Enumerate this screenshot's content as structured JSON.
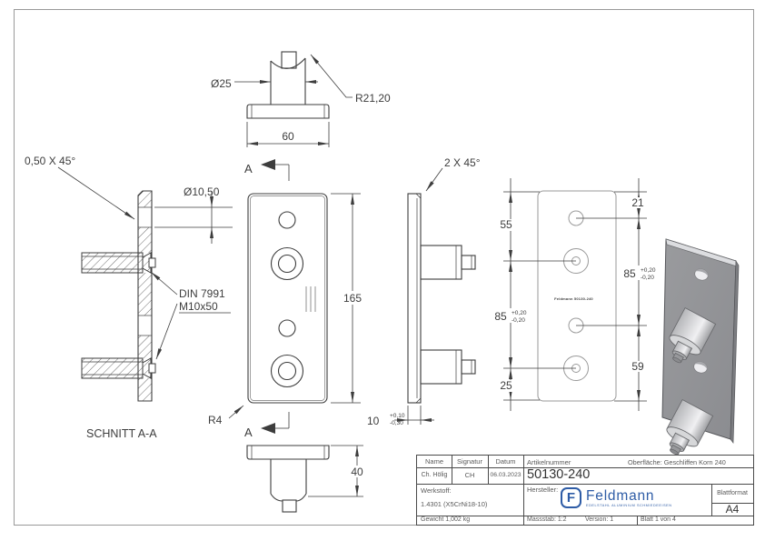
{
  "views": {
    "section_title": "SCHNITT A-A",
    "section_label": "A"
  },
  "dims": {
    "dia25": "Ø25",
    "r2120": "R21,20",
    "w60": "60",
    "chamfer_small": "0,50 X 45°",
    "dia1050": "Ø10,50",
    "din_line1": "DIN 7991",
    "din_line2": "M10x50",
    "h165": "165",
    "r4": "R4",
    "chamfer_edge": "2 X 45°",
    "t10": "10",
    "t10_plus": "+0,10",
    "t10_minus": "-0,30",
    "h40": "40",
    "c55": "55",
    "c85": "85",
    "tol_plus": "+0,20",
    "tol_minus": "-0,20",
    "c25": "25",
    "c21": "21",
    "c59": "59",
    "engraving": "Feldmann 50130-240"
  },
  "titleblock": {
    "name_label": "Name",
    "signatur_label": "Signatur",
    "datum_label": "Datum",
    "name": "Ch. Hölig",
    "signatur": "CH",
    "datum": "06.03.2023",
    "artikel_label": "Artikelnummer",
    "artikel": "50130-240",
    "oberflaeche": "Oberfläche:  Geschliffen Korn 240",
    "werkstoff_label": "Werkstoff:",
    "werkstoff": "1.4301 (X5CrNi18-10)",
    "hersteller_label": "Hersteller:",
    "logo_f": "F",
    "logo_text": "Feldmann",
    "logo_tagline": "EDELSTAHL ALUMINIUM SCHMIEDEEISEN",
    "blattformat_label": "Blattformat",
    "blattformat": "A4",
    "gewicht": "Gewicht 1,002 kg",
    "massstab": "Massstab: 1:2",
    "version": "Version: 1",
    "blatt": "Blatt 1 von 4",
    "logo_color": "#2e5ca6",
    "line_color": "#3d3d3d"
  }
}
